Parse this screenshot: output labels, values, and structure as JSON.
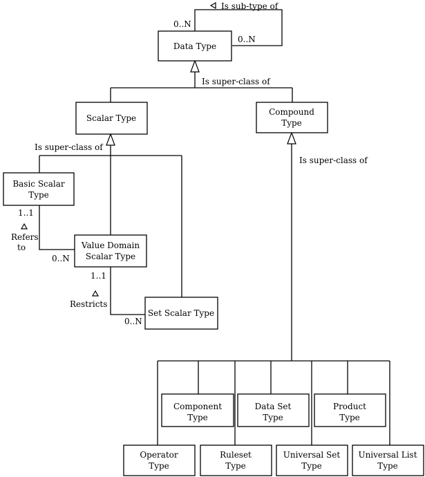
{
  "boxes": {
    "data_type": [
      "Data Type"
    ],
    "scalar_type": [
      "Scalar Type"
    ],
    "compound_type": [
      "Compound",
      "Type"
    ],
    "basic_scalar_type": [
      "Basic Scalar",
      "Type"
    ],
    "value_domain_scalar_type": [
      "Value Domain",
      "Scalar Type"
    ],
    "set_scalar_type": [
      "Set Scalar Type"
    ],
    "component_type": [
      "Component",
      "Type"
    ],
    "data_set_type": [
      "Data Set",
      "Type"
    ],
    "product_type": [
      "Product",
      "Type"
    ],
    "operator_type": [
      "Operator",
      "Type"
    ],
    "ruleset_type": [
      "Ruleset",
      "Type"
    ],
    "universal_set_type": [
      "Universal Set",
      "Type"
    ],
    "universal_list_type": [
      "Universal List",
      "Type"
    ]
  },
  "labels": {
    "sub_type_of": "Is  sub-type of",
    "data_type_mult_left": "0..N",
    "data_type_mult_right": "0..N",
    "super_class_data": "Is  super-class of",
    "super_class_scalar": "Is  super-class of",
    "super_class_compound": "Is  super-class of",
    "basic_mult": "1..1",
    "refers": "Refers",
    "refers_to": "to",
    "value_domain_mult": "0..N",
    "vd_mult_top": "1..1",
    "restricts": "Restricts",
    "set_scalar_mult": "0..N"
  }
}
